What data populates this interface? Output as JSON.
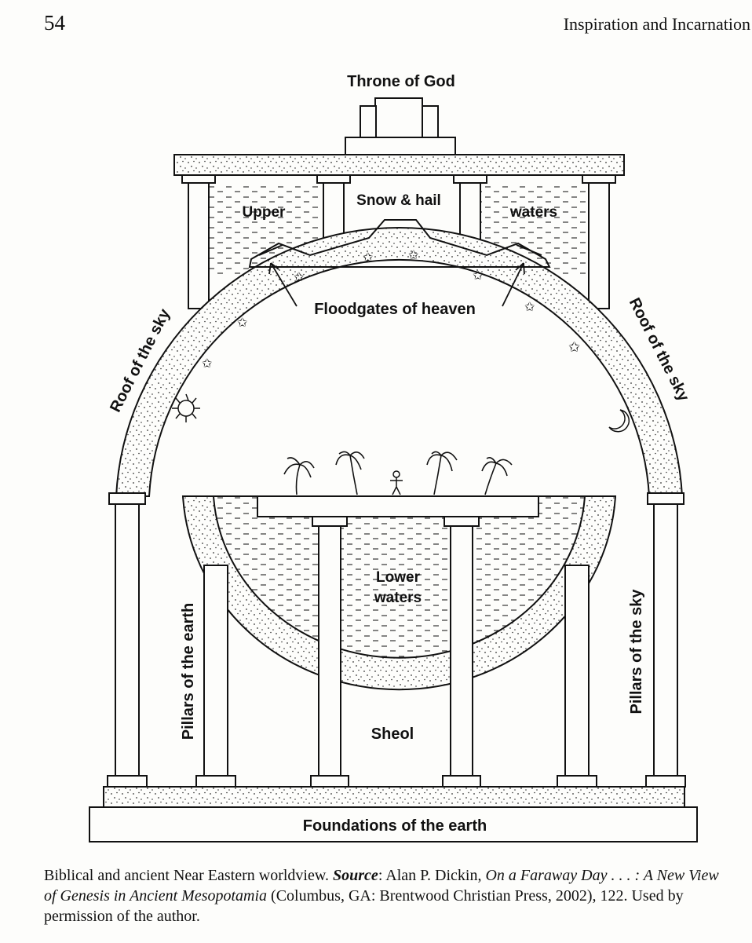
{
  "header": {
    "page_number": "54",
    "running_head": "Inspiration and Incarnation"
  },
  "diagram": {
    "throne": "Throne of God",
    "snow_hail": "Snow & hail",
    "upper_left": "Upper",
    "upper_right": "waters",
    "floodgates": "Floodgates of heaven",
    "roof_left": "Roof of the sky",
    "roof_right": "Roof of the sky",
    "lower_1": "Lower",
    "lower_2": "waters",
    "pillars_earth": "Pillars of the earth",
    "pillars_sky": "Pillars of the sky",
    "sheol": "Sheol",
    "foundations": "Foundations of the earth"
  },
  "caption": {
    "lead": "Biblical and ancient Near Eastern worldview. ",
    "source_label": "Source",
    "after_source": ": Alan P. Dickin, ",
    "book_title": "On a Faraway Day . . . : A New View of Genesis in Ancient Mesopotamia",
    "rest": " (Columbus, GA: Brentwood Christian Press, 2002), 122. Used by permission of the author."
  }
}
